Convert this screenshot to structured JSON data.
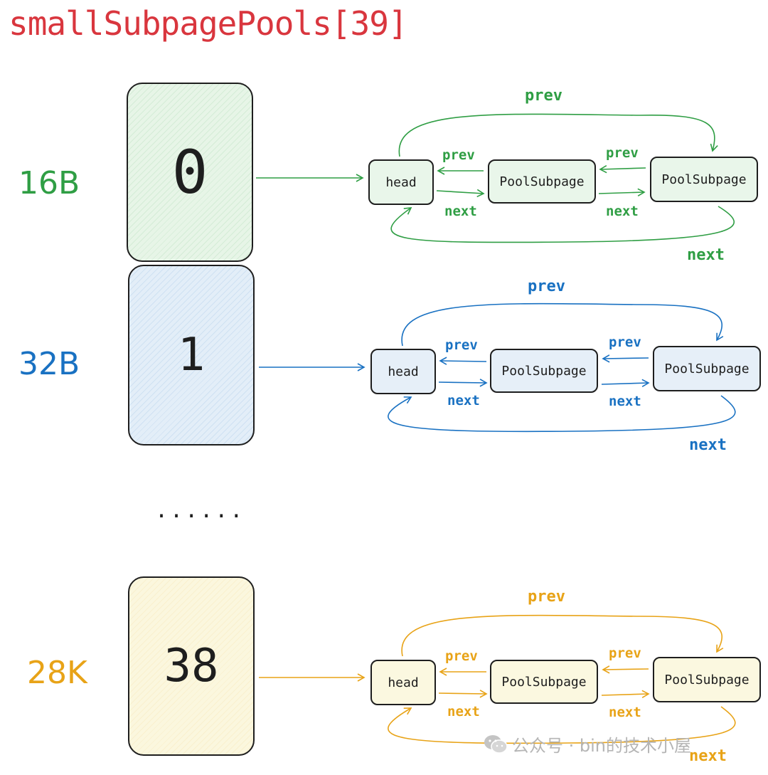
{
  "title": "smallSubpagePools[39]",
  "colors": {
    "title": "#d9363e",
    "green": "#2f9e44",
    "blue": "#1971c2",
    "yellow": "#e8a317"
  },
  "rows": [
    {
      "size_label": "16B",
      "index": "0",
      "nodes": [
        "head",
        "PoolSubpage",
        "PoolSubpage"
      ],
      "inner_prev": [
        "prev",
        "prev"
      ],
      "inner_next": [
        "next",
        "next"
      ],
      "outer_prev": "prev",
      "outer_next": "next"
    },
    {
      "size_label": "32B",
      "index": "1",
      "nodes": [
        "head",
        "PoolSubpage",
        "PoolSubpage"
      ],
      "inner_prev": [
        "prev",
        "prev"
      ],
      "inner_next": [
        "next",
        "next"
      ],
      "outer_prev": "prev",
      "outer_next": "next"
    },
    {
      "size_label": "28K",
      "index": "38",
      "nodes": [
        "head",
        "PoolSubpage",
        "PoolSubpage"
      ],
      "inner_prev": [
        "prev",
        "prev"
      ],
      "inner_next": [
        "next",
        "next"
      ],
      "outer_prev": "prev",
      "outer_next": "next"
    }
  ],
  "ellipsis": "......",
  "watermark": {
    "icon": "wechat-icon",
    "text": "公众号 · bin的技术小屋"
  }
}
